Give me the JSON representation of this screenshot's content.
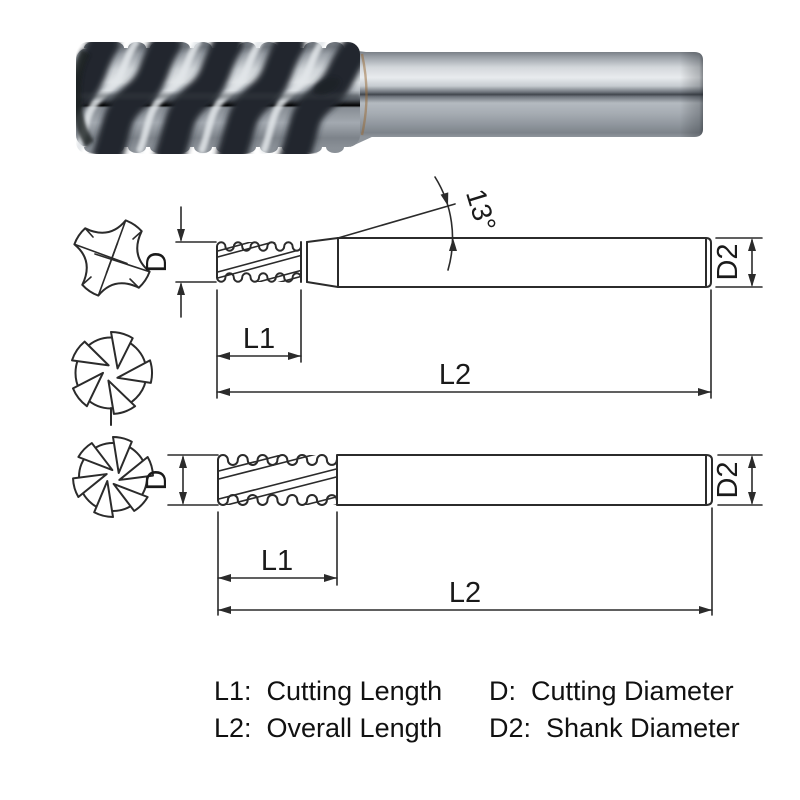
{
  "dims": {
    "d": "D",
    "d2": "D2",
    "l1": "L1",
    "l2": "L2",
    "angle": "13°"
  },
  "legend": {
    "rows": [
      [
        "L1:  Cutting Length",
        "D:  Cutting Diameter"
      ],
      [
        "L2:  Overall Length",
        "D2:  Shank Diameter"
      ]
    ]
  },
  "colors": {
    "line": "#2b2b2b",
    "text": "#111111",
    "metal_dark": "#41464d",
    "metal_mid": "#9aa1a8",
    "metal_light": "#e8ebee"
  }
}
